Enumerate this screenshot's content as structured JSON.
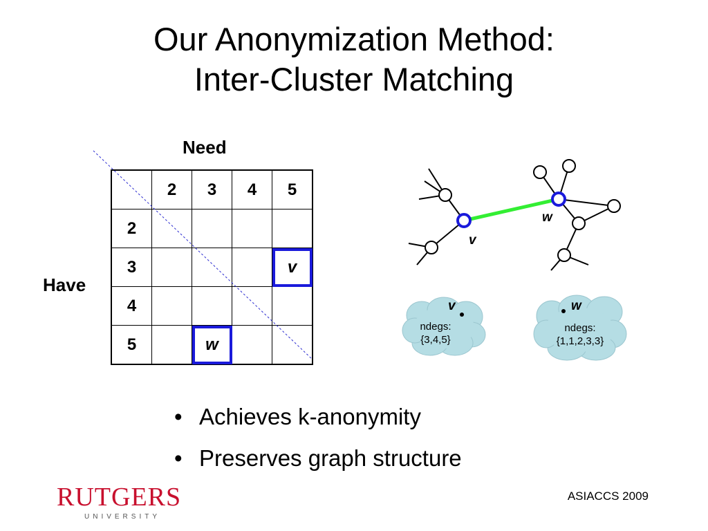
{
  "title": {
    "line1": "Our Anonymization Method:",
    "line2": "Inter-Cluster Matching"
  },
  "matrix": {
    "col_axis_label": "Need",
    "row_axis_label": "Have",
    "col_headers": [
      "2",
      "3",
      "4",
      "5"
    ],
    "row_headers": [
      "2",
      "3",
      "4",
      "5"
    ],
    "marked_cells": [
      {
        "row": "3",
        "col": "5",
        "text": "v"
      },
      {
        "row": "5",
        "col": "3",
        "text": "w"
      }
    ],
    "mark_color": "#1a1adb"
  },
  "graph": {
    "node_v_label": "v",
    "node_w_label": "w",
    "matched_edge_color": "#33ee33",
    "highlight_node_color": "#1a1adb"
  },
  "clouds": {
    "v": {
      "var": "v",
      "line1": "ndegs:",
      "line2": "{3,4,5}"
    },
    "w": {
      "var": "w",
      "line1": "ndegs:",
      "line2": "{1,1,2,3,3}"
    },
    "fill_color": "#b5dde4"
  },
  "bullets": [
    "Achieves k-anonymity",
    "Preserves graph structure"
  ],
  "footer": {
    "logo_main": "RUTGERS",
    "logo_sub": "UNIVERSITY",
    "venue": "ASIACCS 2009"
  }
}
